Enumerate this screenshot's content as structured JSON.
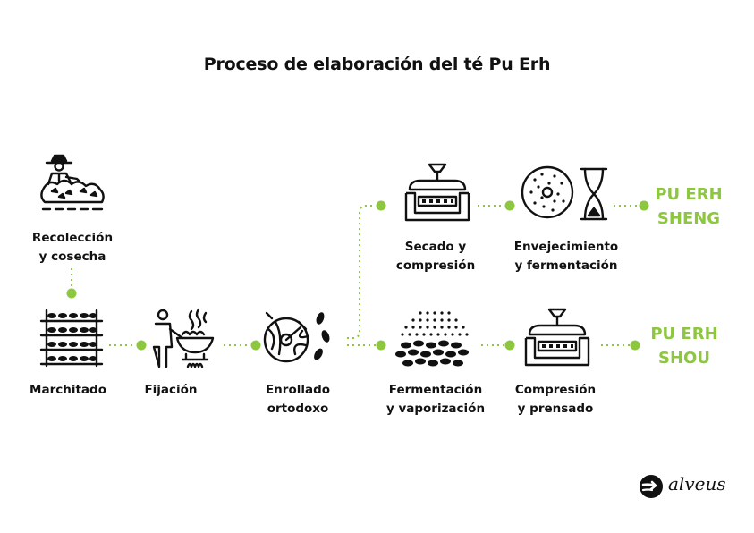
{
  "title": "Proceso de elaboración del té Pu Erh",
  "steps": {
    "recoleccion": {
      "line1": "Recolección",
      "line2": "y cosecha"
    },
    "marchitado": {
      "line1": "Marchitado"
    },
    "fijacion": {
      "line1": "Fijación"
    },
    "enrollado": {
      "line1": "Enrollado",
      "line2": "ortodoxo"
    },
    "secado": {
      "line1": "Secado y",
      "line2": "compresión"
    },
    "envejecimiento": {
      "line1": "Envejecimiento",
      "line2": "y fermentación"
    },
    "fermentacion": {
      "line1": "Fermentación",
      "line2": "y vaporización"
    },
    "compresion": {
      "line1": "Compresión",
      "line2": "y prensado"
    }
  },
  "results": {
    "sheng": {
      "line1": "PU ERH",
      "line2": "SHENG"
    },
    "shou": {
      "line1": "PU ERH",
      "line2": "SHOU"
    }
  },
  "brand": {
    "name": "alveus"
  },
  "colors": {
    "accent": "#8dc63f",
    "ink": "#111111"
  }
}
